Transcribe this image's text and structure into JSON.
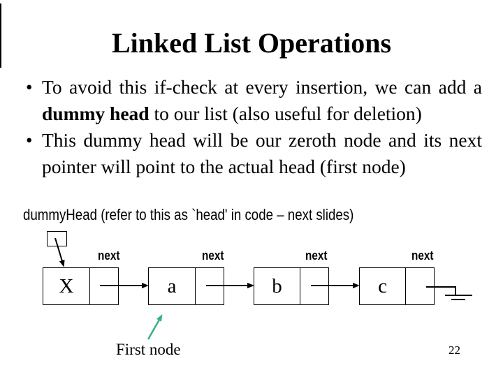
{
  "slide": {
    "title": "Linked List Operations",
    "page_number": "22"
  },
  "bullets": {
    "glyph": "•",
    "items": [
      {
        "lines": [
          {
            "bold": "",
            "text": "To avoid this if-check at every insertion, we can add a"
          },
          {
            "bold": "dummy head",
            "text": " to our list (also useful for deletion)"
          }
        ]
      },
      {
        "lines": [
          {
            "bold": "",
            "text": "This dummy head will be our zeroth node and its next"
          },
          {
            "bold": "",
            "text": "pointer will point to the actual head (first node)"
          }
        ]
      }
    ]
  },
  "caption": "dummyHead (refer to this as `head' in code – next slides)",
  "diagram": {
    "next_label": "next",
    "nodes": [
      {
        "value": "X"
      },
      {
        "value": "a"
      },
      {
        "value": "b"
      },
      {
        "value": "c"
      }
    ],
    "first_node_label": "First node",
    "colors": {
      "line": "#000000",
      "first_node_arrow": "#35b08a"
    }
  }
}
